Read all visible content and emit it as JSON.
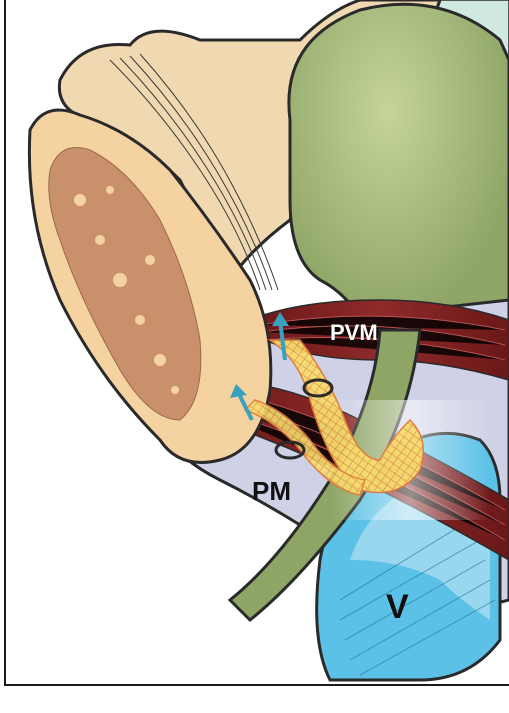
{
  "labels": {
    "pvm": "PVM",
    "pm": "PM",
    "v": "V"
  },
  "colors": {
    "bone_outer": "#f5d3a0",
    "bone_marrow": "#c8906b",
    "bone_upper": "#f0d8b0",
    "green_structure": "#8ea566",
    "green_light": "#b7c98b",
    "green_dark_line": "#5d7040",
    "muscle_red": "#7a1f1f",
    "muscle_highlight": "#c86060",
    "membrane_lavender": "#cfd1e6",
    "vaginal_blue": "#5bc1e6",
    "vaginal_blue_light": "#a8dcf0",
    "mesh_yellow": "#f4d35a",
    "mesh_orange": "#e07a3a",
    "arrow_teal": "#3aa0c0",
    "teal_bg": "#cfe9e2",
    "skin_right": "#f1c6a3"
  }
}
